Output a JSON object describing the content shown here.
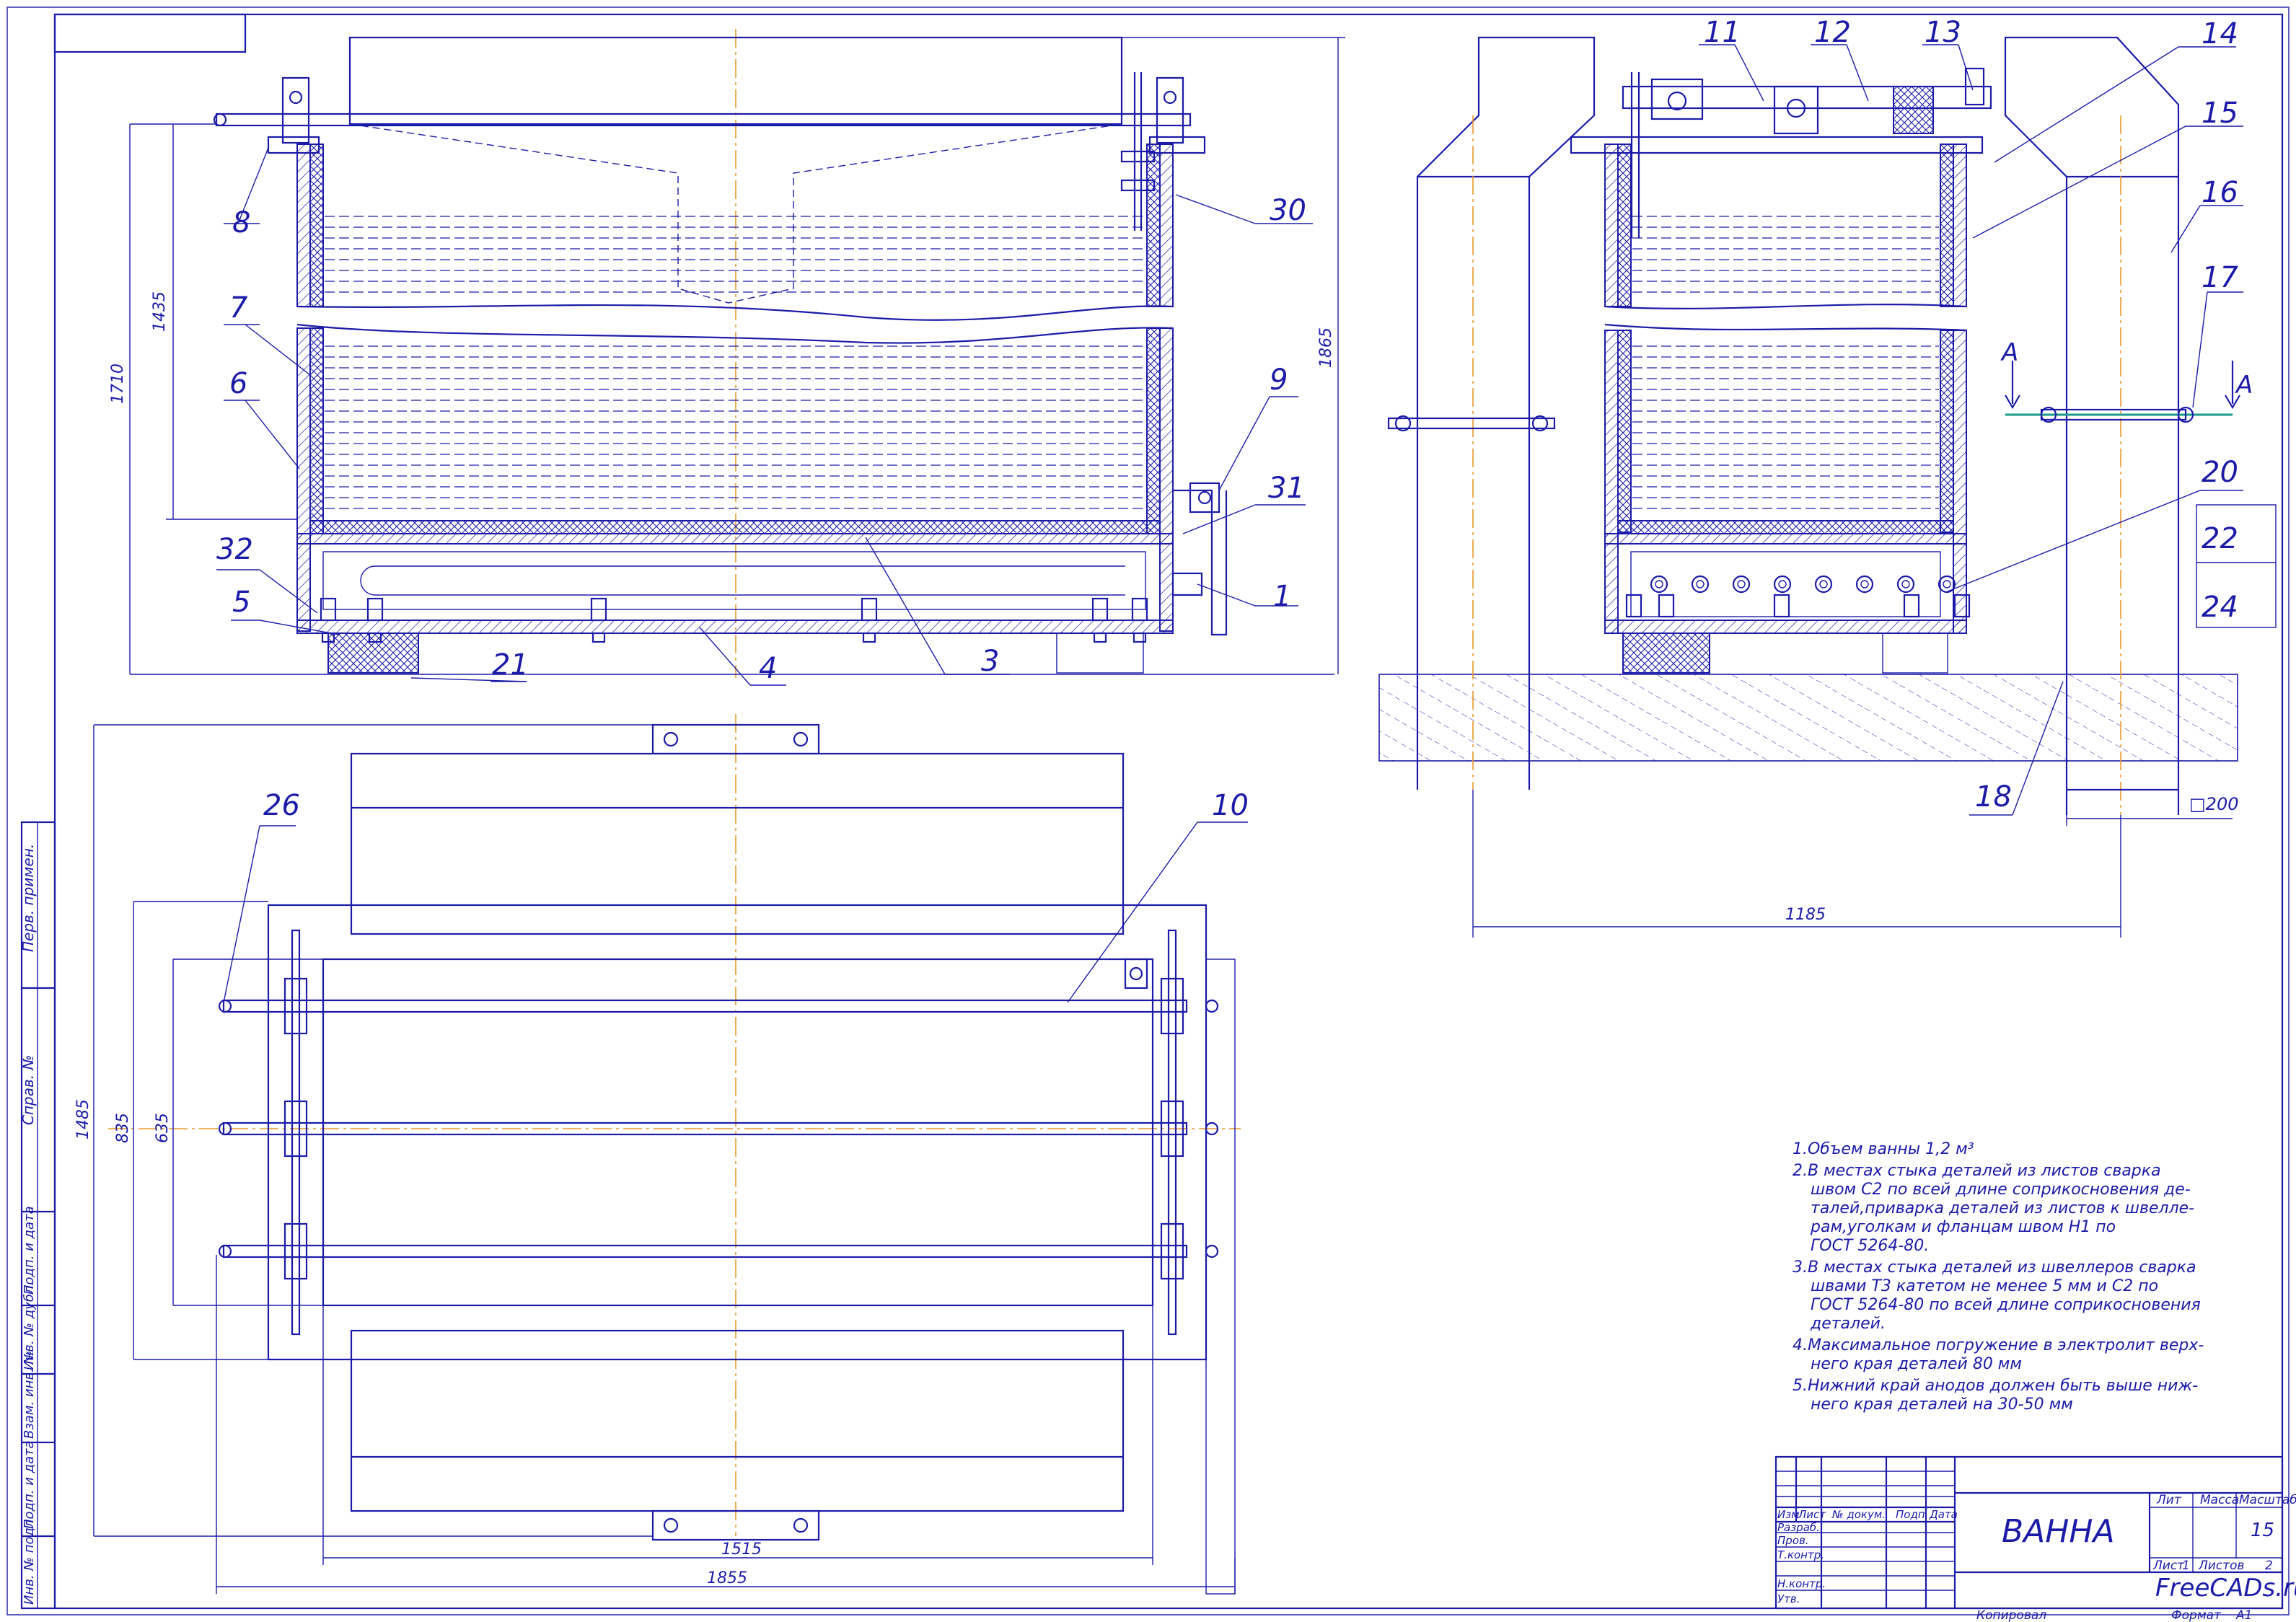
{
  "drawing": {
    "title": "ВАННА",
    "sheet_number_value": "15",
    "website": "FreeCADs.ru",
    "format_label": "Формат",
    "format_value": "А1",
    "copied_label": "Копировал",
    "sheet_label": "Лист",
    "sheet_value": "1",
    "sheets_label": "Листов",
    "sheets_value": "2",
    "lit_label": "Лит",
    "mass_label": "Масса",
    "scale_label": "Масштаб"
  },
  "title_block": {
    "col_headers": [
      "Изм",
      "Лист",
      "№ докум.",
      "Подп.",
      "Дата"
    ],
    "roles": [
      "Разраб.",
      "Пров.",
      "Т.контр.",
      "Н.контр.",
      "Утв."
    ]
  },
  "side_stamp": [
    "Перв. примен.",
    "Справ. №",
    "Подп. и дата",
    "Инв. № дубл.",
    "Взам. инв. №",
    "Подп. и дата",
    "Инв. № подл."
  ],
  "callouts": [
    "1",
    "3",
    "4",
    "5",
    "6",
    "7",
    "8",
    "9",
    "10",
    "11",
    "12",
    "13",
    "14",
    "15",
    "16",
    "17",
    "18",
    "20",
    "21",
    "22",
    "24",
    "26",
    "30",
    "31",
    "32"
  ],
  "section_marks": {
    "left": "А",
    "right": "А"
  },
  "dimensions": {
    "front_height_total": "1710",
    "front_height_inner": "1435",
    "front_height_right": "1865",
    "plan_height_total": "1485",
    "plan_height_mid": "835",
    "plan_height_inner": "635",
    "plan_width_inner": "1515",
    "plan_width_total": "1855",
    "side_width": "1185",
    "channel_size": "□200"
  },
  "notes": [
    "1.Объем ванны 1,2 м³",
    "2.В местах стыка деталей из листов сварка",
    "швом С2 по всей длине соприкосновения де-",
    "талей,приварка деталей из листов к швелле-",
    "рам,уголкам и фланцам швом Н1 по",
    "ГОСТ 5264-80.",
    "3.В местах стыка деталей из швеллеров сварка",
    "швами Т3 катетом не менее 5 мм и С2 по",
    "ГОСТ 5264-80 по всей длине соприкосновения",
    "деталей.",
    "4.Максимальное погружение в электролит верх-",
    "него края деталей 80 мм",
    "5.Нижний край анодов должен быть выше ниж-",
    "него края деталей на 30-50 мм"
  ]
}
